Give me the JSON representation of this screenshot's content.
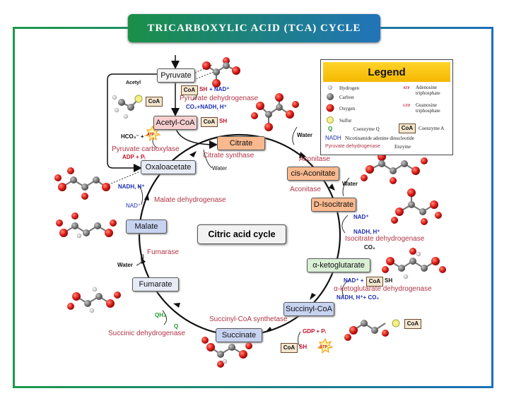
{
  "title": "TRICARBOXYLIC ACID (TCA) CYCLE",
  "center_label": "Citric acid cycle",
  "metabolites": {
    "pyruvate": "Pyruvate",
    "acetyl_coa": "Acetyl-CoA",
    "citrate": "Citrate",
    "cis_aconitate": "cis-Aconitate",
    "d_isocitrate": "D-Isocitrate",
    "a_ketoglutarate": "α-ketoglutarate",
    "succinyl_coa": "Succinyl-CoA",
    "succinate": "Succinate",
    "fumarate": "Fumarate",
    "malate": "Malate",
    "oxaloacetate": "Oxaloacetate"
  },
  "metabolite_colors": {
    "pyruvate": "#f4f4f4",
    "acetyl_coa": "#f7cfd0",
    "citrate": "#f8b98f",
    "cis_aconitate": "#f8b98f",
    "d_isocitrate": "#f8b98f",
    "a_ketoglutarate": "#d9f0d5",
    "succinyl_coa": "#c7d3f1",
    "succinate": "#c7d3f1",
    "fumarate": "#e6ebf6",
    "malate": "#c7d3f1",
    "oxaloacetate": "#e6ebf6"
  },
  "enzymes": {
    "pyruvate_dehydrogenase": "Pyruvate dehydrogenase",
    "pyruvate_carboxylase": "Pyruvate carboxylase",
    "citrate_synthase": "Citrate synthase",
    "aconitase_1": "Aconitase",
    "aconitase_2": "Aconitase",
    "isocitrate_dehydrogenase": "Isocitrate dehydrogenase",
    "akg_dehydrogenase": "α-ketoglutarate dehydrogenase",
    "succinyl_coa_synthetase": "Succinyl-CoA synthetase",
    "succinic_dehydrogenase": "Succinic dehydrogenase",
    "fumarase": "Fumarase",
    "malate_dehydrogenase": "Malate dehydrogenase"
  },
  "cofactors": {
    "acetyl": "Acetyl",
    "coa": "CoA",
    "sh": "SH",
    "nad_plus": "+ NAD⁺",
    "co2_nadh": "CO₂+NADH, H⁺",
    "hco3": "HCO₃⁻ +",
    "atp": "ATP",
    "adp_pi": "ADP + Pᵢ",
    "water": "Water",
    "nad": "NAD⁺",
    "nadh_h": "NADH, H⁺",
    "co2": "CO₂",
    "nad_plus2": "NAD⁺ +",
    "nadh_co2": "NADH, H⁺+ CO₂",
    "gdp_pi": "GDP + Pᵢ",
    "gtp": "GTP",
    "qh2": "QH₂",
    "q": "Q"
  },
  "legend": {
    "heading": "Legend",
    "hydrogen": "Hydrogen",
    "carbon": "Carbon",
    "oxygen": "Oxygen",
    "sulfur": "Sulfur",
    "q_symbol": "Q",
    "coenzyme_q": "Coenzyme Q",
    "nadh_symbol": "NADH",
    "nadh_text": "Nicotinamide adenine dinucleotide",
    "enzyme_sample": "Pyruvate dehydrogenase",
    "enzyme_text": "Enzyme",
    "atp_text": "Adenosine triphosphate",
    "gtp_text": "Guanosine triphosphate",
    "coa_text": "Coenzyme A",
    "atp_symbol": "ATP",
    "gtp_symbol": "GTP",
    "coa_symbol": "CoA"
  }
}
